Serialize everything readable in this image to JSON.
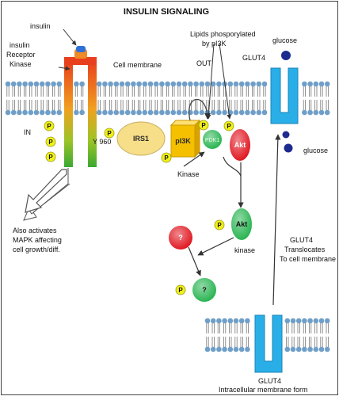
{
  "title": "INSULIN SIGNALING",
  "labels": {
    "insulin": "insulin",
    "receptor_line1": "insulin",
    "receptor_line2": "Receptor",
    "receptor_line3": "Kinase",
    "cell_membrane": "Cell membrane",
    "out": "OUT",
    "in": "IN",
    "lipids_line1": "Lipids phosporylated",
    "lipids_line2": "by pI3K",
    "glucose_out": "glucose",
    "glucose_in": "glucose",
    "glut4_top": "GLUT4",
    "y960": "Y 960",
    "kinase_pi3k": "Kinase",
    "kinase_akt": "kinase",
    "mapk_line1": "Also activates",
    "mapk_line2": "MAPK affecting",
    "mapk_line3": "cell growth/diff.",
    "translocates_line1": "GLUT4",
    "translocates_line2": "Translocates",
    "translocates_line3": "To cell membrane",
    "glut4_bottom_line1": "GLUT4",
    "glut4_bottom_line2": "Intracellular  membrane form"
  },
  "molecules": {
    "irs1": "IRS1",
    "pi3k": "pI3K",
    "pdk1": "PDK1",
    "akt_top": "Akt",
    "akt_mid": "Akt",
    "unknown_red": "?",
    "unknown_green": "?"
  },
  "phosphate": "P",
  "colors": {
    "membrane_head": "#6f9fc8",
    "irs1": "#f7df8a",
    "pi3k": "#f5c000",
    "pdk1": "#22b24c",
    "akt": "#e0101a",
    "phosphate": "#f0f01a",
    "glut4": "#29aee8",
    "glucose": "#1d2b8e"
  }
}
